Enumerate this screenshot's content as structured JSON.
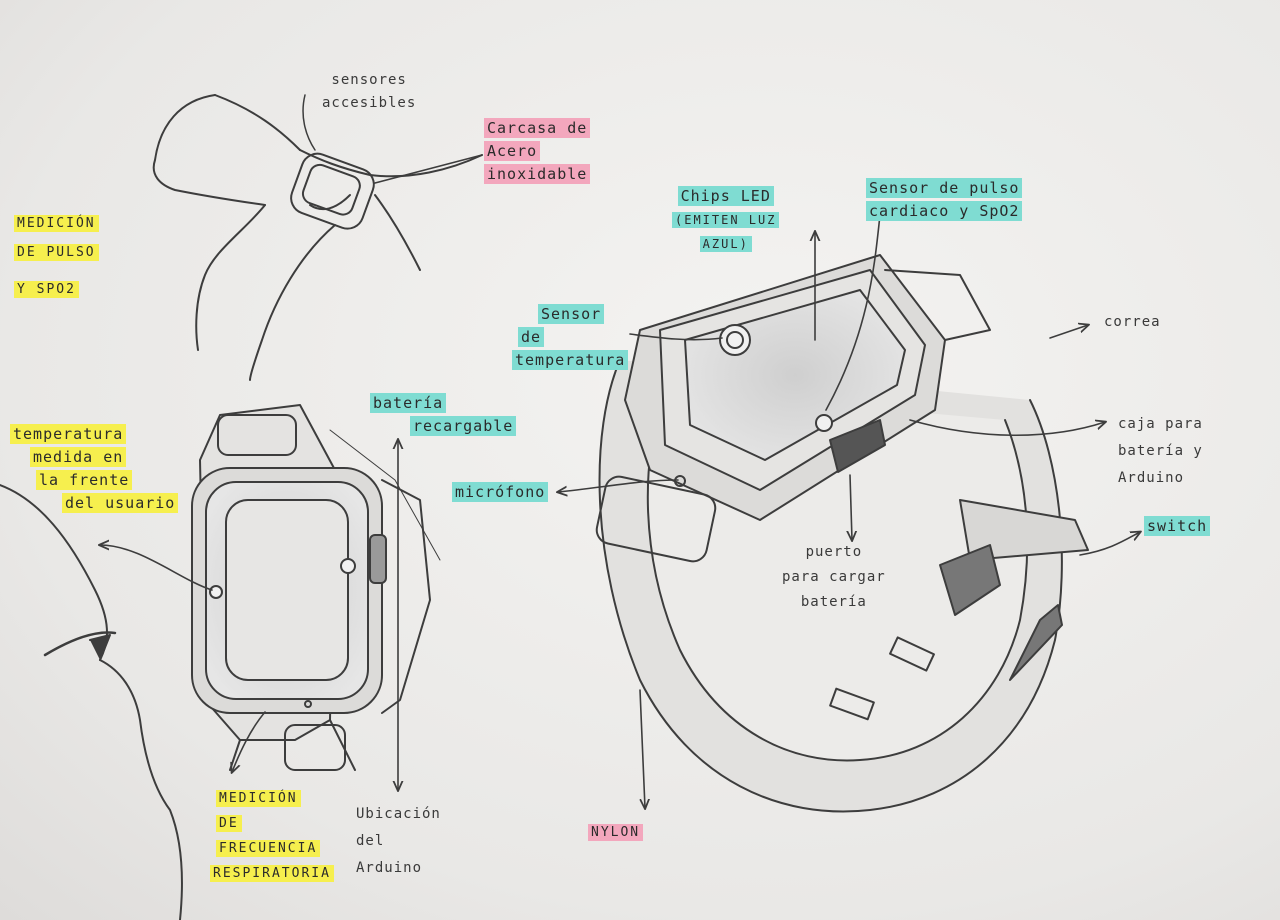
{
  "colors": {
    "paper": "#ecebea",
    "pencil": "#3d3d3d",
    "highlight_yellow": "#f6ef4e",
    "highlight_cyan": "#7fdcd2",
    "highlight_pink": "#f3a7bd"
  },
  "labels": {
    "sensores_accesibles": [
      "sensores",
      "accesibles"
    ],
    "carcasa": [
      "Carcasa de",
      "Acero",
      "inoxidable"
    ],
    "medicion_pulso": [
      "MEDICIÓN",
      "DE PULSO",
      "Y SpO2"
    ],
    "temperatura_frente": [
      "temperatura",
      "medida en",
      "la frente",
      "del usuario"
    ],
    "bateria_recargable": [
      "batería",
      "recargable"
    ],
    "microfono": "micrófono",
    "medicion_frecuencia": [
      "MEDICIÓN",
      "DE",
      "FRECUENCIA",
      "RESPIRATORIA"
    ],
    "ubicacion_arduino": [
      "Ubicación",
      "del",
      "Arduino"
    ],
    "chips_led": [
      "Chips LED",
      "(EMITEN LUZ",
      "AZUL)"
    ],
    "sensor_pulso": [
      "Sensor de pulso",
      "cardiaco y SpO2"
    ],
    "sensor_temperatura": [
      "Sensor",
      "de",
      "temperatura"
    ],
    "correa": "correa",
    "caja_bateria": [
      "caja para",
      "batería y",
      "Arduino"
    ],
    "switch": "switch",
    "puerto_carga": [
      "puerto",
      "para cargar",
      "batería"
    ],
    "nylon": "NYLON"
  }
}
